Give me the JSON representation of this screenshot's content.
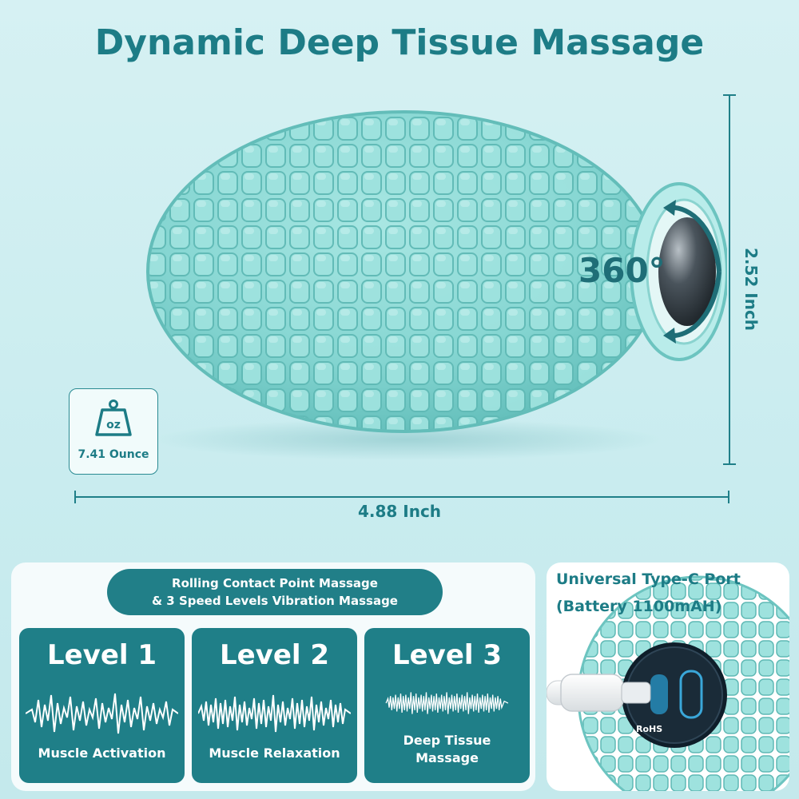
{
  "title": "Dynamic Deep Tissue Massage",
  "product": {
    "rotation_label": "360°",
    "height_label": "2.52 Inch",
    "width_label": "4.88 Inch",
    "weight": {
      "unit_icon": "oz",
      "label": "7.41 Ounce"
    }
  },
  "features": {
    "pill_line1": "Rolling Contact Point Massage",
    "pill_line2": "& 3 Speed Levels Vibration Massage",
    "levels": [
      {
        "name": "Level 1",
        "desc": "Muscle Activation"
      },
      {
        "name": "Level 2",
        "desc": "Muscle Relaxation"
      },
      {
        "name": "Level 3",
        "desc_line1": "Deep Tissue",
        "desc_line2": "Massage"
      }
    ]
  },
  "port": {
    "title_line1": "Universal Type-C Port",
    "title_line2": "(Battery 1100mAH)",
    "label_rohs": "RoHS"
  },
  "colors": {
    "teal_dark": "#1f7f88",
    "mint": "#8fdad6",
    "background": "#cdeef1"
  }
}
